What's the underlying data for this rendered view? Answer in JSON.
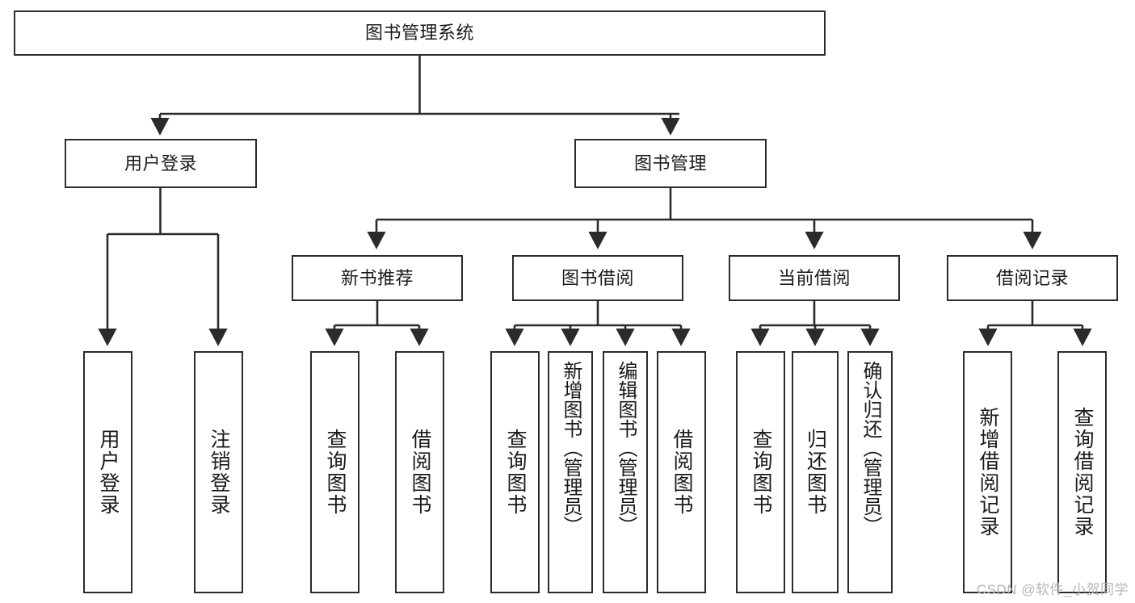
{
  "diagram": {
    "type": "tree",
    "title": "图书管理系统",
    "watermark": "CSDN @软件_小贺同学",
    "stroke_color": "#2b2b2b",
    "fill_color": "#ffffff",
    "text_color": "#1a1a1a",
    "watermark_color": "#b5b5b5",
    "nodes": {
      "root": {
        "label": "图书管理系统",
        "level": 0,
        "orientation": "horizontal"
      },
      "l1_user_login": {
        "label": "用户登录",
        "level": 1,
        "orientation": "horizontal"
      },
      "l1_book_manage": {
        "label": "图书管理",
        "level": 1,
        "orientation": "horizontal"
      },
      "l2_new_book_rec": {
        "label": "新书推荐",
        "level": 2,
        "orientation": "horizontal"
      },
      "l2_book_borrow": {
        "label": "图书借阅",
        "level": 2,
        "orientation": "horizontal"
      },
      "l2_current_borrow": {
        "label": "当前借阅",
        "level": 2,
        "orientation": "horizontal"
      },
      "l2_borrow_record": {
        "label": "借阅记录",
        "level": 2,
        "orientation": "horizontal"
      },
      "l3_user_login": {
        "label": "用户登录",
        "level": 3,
        "orientation": "vertical"
      },
      "l3_user_logout": {
        "label": "注销登录",
        "level": 3,
        "orientation": "vertical"
      },
      "l3_query_book_a": {
        "label": "查询图书",
        "level": 3,
        "orientation": "vertical"
      },
      "l3_borrow_book_a": {
        "label": "借阅图书",
        "level": 3,
        "orientation": "vertical"
      },
      "l3_query_book_b": {
        "label": "查询图书",
        "level": 3,
        "orientation": "vertical"
      },
      "l3_add_book": {
        "label": "新增图书（管理员）",
        "level": 3,
        "orientation": "vertical"
      },
      "l3_edit_book": {
        "label": "编辑图书（管理员）",
        "level": 3,
        "orientation": "vertical"
      },
      "l3_borrow_book_b": {
        "label": "借阅图书",
        "level": 3,
        "orientation": "vertical"
      },
      "l3_query_book_c": {
        "label": "查询图书",
        "level": 3,
        "orientation": "vertical"
      },
      "l3_return_book": {
        "label": "归还图书",
        "level": 3,
        "orientation": "vertical"
      },
      "l3_confirm_return": {
        "label": "确认归还（管理员）",
        "level": 3,
        "orientation": "vertical"
      },
      "l3_add_record": {
        "label": "新增借阅记录",
        "level": 3,
        "orientation": "vertical"
      },
      "l3_query_record": {
        "label": "查询借阅记录",
        "level": 3,
        "orientation": "vertical"
      }
    },
    "edges": [
      {
        "from": "root",
        "to": "l1_user_login"
      },
      {
        "from": "root",
        "to": "l1_book_manage"
      },
      {
        "from": "l1_user_login",
        "to": "l3_user_login"
      },
      {
        "from": "l1_user_login",
        "to": "l3_user_logout"
      },
      {
        "from": "l1_book_manage",
        "to": "l2_new_book_rec"
      },
      {
        "from": "l1_book_manage",
        "to": "l2_book_borrow"
      },
      {
        "from": "l1_book_manage",
        "to": "l2_current_borrow"
      },
      {
        "from": "l1_book_manage",
        "to": "l2_borrow_record"
      },
      {
        "from": "l2_new_book_rec",
        "to": "l3_query_book_a"
      },
      {
        "from": "l2_new_book_rec",
        "to": "l3_borrow_book_a"
      },
      {
        "from": "l2_book_borrow",
        "to": "l3_query_book_b"
      },
      {
        "from": "l2_book_borrow",
        "to": "l3_add_book"
      },
      {
        "from": "l2_book_borrow",
        "to": "l3_edit_book"
      },
      {
        "from": "l2_book_borrow",
        "to": "l3_borrow_book_b"
      },
      {
        "from": "l2_current_borrow",
        "to": "l3_query_book_c"
      },
      {
        "from": "l2_current_borrow",
        "to": "l3_return_book"
      },
      {
        "from": "l2_current_borrow",
        "to": "l3_confirm_return"
      },
      {
        "from": "l2_borrow_record",
        "to": "l3_add_record"
      },
      {
        "from": "l2_borrow_record",
        "to": "l3_query_record"
      }
    ]
  }
}
